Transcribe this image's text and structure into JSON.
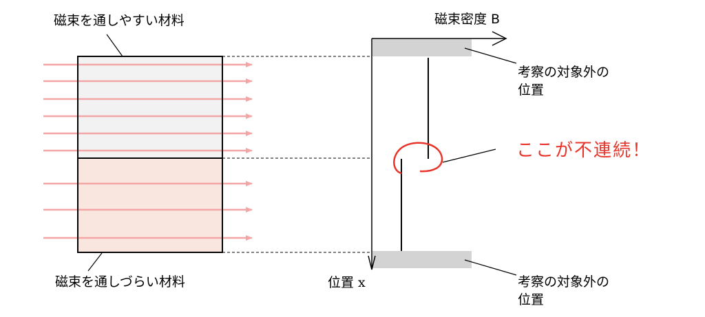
{
  "labels": {
    "easy_material": "磁束を通しやすい材料",
    "hard_material": "磁束を通しづらい材料",
    "b_axis": "磁束密度 B",
    "x_axis": "位置 x",
    "out_of_scope_top": [
      "考察の対象外の",
      "位置"
    ],
    "out_of_scope_bottom": [
      "考察の対象外の",
      "位置"
    ],
    "discontinuity": "ここが不連続！"
  },
  "colors": {
    "flux_arrow": "#f4a5a5",
    "easy_fill": "#f2f2f2",
    "hard_fill": "#f8e6df",
    "out_of_scope_band": "#d3d3d3",
    "highlight": "#e8342a"
  }
}
